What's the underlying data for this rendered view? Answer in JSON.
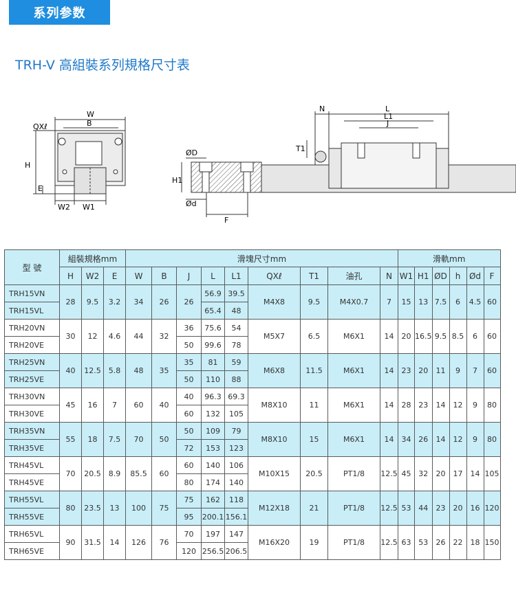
{
  "header": {
    "badge": "系列参数"
  },
  "title": "TRH-V 高組裝系列規格尺寸表",
  "diagram_labels": {
    "w": "W",
    "b": "B",
    "qx": "QXℓ",
    "h": "H",
    "e": "E",
    "w2": "W2",
    "w1": "W1",
    "od_top": "ØD",
    "h1": "H1",
    "od_bottom": "Ød",
    "f": "F",
    "n": "N",
    "l": "L",
    "l1": "L1",
    "j": "J",
    "t1": "T1"
  },
  "table": {
    "col_model": "型 號",
    "group_assembly": "組裝規格mm",
    "group_block": "滑塊尺寸mm",
    "group_rail": "滑軌mm",
    "sub_headers": [
      "H",
      "W2",
      "E",
      "W",
      "B",
      "J",
      "L",
      "L1",
      "QXℓ",
      "T1",
      "油孔",
      "N",
      "W1",
      "H1",
      "ØD",
      "h",
      "Ød",
      "F"
    ],
    "groups": [
      {
        "models": [
          "TRH15VN",
          "TRH15VL"
        ],
        "H": "28",
        "W2": "9.5",
        "E": "3.2",
        "W": "34",
        "B": "26",
        "J": [
          "26"
        ],
        "L": [
          "56.9",
          "65.4"
        ],
        "L1": [
          "39.5",
          "48"
        ],
        "QX": "M4X8",
        "T1": "9.5",
        "oil": "M4X0.7",
        "N": "7",
        "W1": "15",
        "H1": "13",
        "OD": "7.5",
        "h": "6",
        "od": "4.5",
        "F": "60"
      },
      {
        "models": [
          "TRH20VN",
          "TRH20VE"
        ],
        "H": "30",
        "W2": "12",
        "E": "4.6",
        "W": "44",
        "B": "32",
        "J": [
          "36",
          "50"
        ],
        "L": [
          "75.6",
          "99.6"
        ],
        "L1": [
          "54",
          "78"
        ],
        "QX": "M5X7",
        "T1": "6.5",
        "oil": "M6X1",
        "N": "14",
        "W1": "20",
        "H1": "16.5",
        "OD": "9.5",
        "h": "8.5",
        "od": "6",
        "F": "60"
      },
      {
        "models": [
          "TRH25VN",
          "TRH25VE"
        ],
        "H": "40",
        "W2": "12.5",
        "E": "5.8",
        "W": "48",
        "B": "35",
        "J": [
          "35",
          "50"
        ],
        "L": [
          "81",
          "110"
        ],
        "L1": [
          "59",
          "88"
        ],
        "QX": "M6X8",
        "T1": "11.5",
        "oil": "M6X1",
        "N": "14",
        "W1": "23",
        "H1": "20",
        "OD": "11",
        "h": "9",
        "od": "7",
        "F": "60"
      },
      {
        "models": [
          "TRH30VN",
          "TRH30VE"
        ],
        "H": "45",
        "W2": "16",
        "E": "7",
        "W": "60",
        "B": "40",
        "J": [
          "40",
          "60"
        ],
        "L": [
          "96.3",
          "132"
        ],
        "L1": [
          "69.3",
          "105"
        ],
        "QX": "M8X10",
        "T1": "11",
        "oil": "M6X1",
        "N": "14",
        "W1": "28",
        "H1": "23",
        "OD": "14",
        "h": "12",
        "od": "9",
        "F": "80"
      },
      {
        "models": [
          "TRH35VN",
          "TRH35VE"
        ],
        "H": "55",
        "W2": "18",
        "E": "7.5",
        "W": "70",
        "B": "50",
        "J": [
          "50",
          "72"
        ],
        "L": [
          "109",
          "153"
        ],
        "L1": [
          "79",
          "123"
        ],
        "QX": "M8X10",
        "T1": "15",
        "oil": "M6X1",
        "N": "14",
        "W1": "34",
        "H1": "26",
        "OD": "14",
        "h": "12",
        "od": "9",
        "F": "80"
      },
      {
        "models": [
          "TRH45VL",
          "TRH45VE"
        ],
        "H": "70",
        "W2": "20.5",
        "E": "8.9",
        "W": "85.5",
        "B": "60",
        "J": [
          "60",
          "80"
        ],
        "L": [
          "140",
          "174"
        ],
        "L1": [
          "106",
          "140"
        ],
        "QX": "M10X15",
        "T1": "20.5",
        "oil": "PT1/8",
        "N": "12.5",
        "W1": "45",
        "H1": "32",
        "OD": "20",
        "h": "17",
        "od": "14",
        "F": "105"
      },
      {
        "models": [
          "TRH55VL",
          "TRH55VE"
        ],
        "H": "80",
        "W2": "23.5",
        "E": "13",
        "W": "100",
        "B": "75",
        "J": [
          "75",
          "95"
        ],
        "L": [
          "162",
          "200.1"
        ],
        "L1": [
          "118",
          "156.1"
        ],
        "QX": "M12X18",
        "T1": "21",
        "oil": "PT1/8",
        "N": "12.5",
        "W1": "53",
        "H1": "44",
        "OD": "23",
        "h": "20",
        "od": "16",
        "F": "120"
      },
      {
        "models": [
          "TRH65VL",
          "TRH65VE"
        ],
        "H": "90",
        "W2": "31.5",
        "E": "14",
        "W": "126",
        "B": "76",
        "J": [
          "70",
          "120"
        ],
        "L": [
          "197",
          "256.5"
        ],
        "L1": [
          "147",
          "206.5"
        ],
        "QX": "M16X20",
        "T1": "19",
        "oil": "PT1/8",
        "N": "12.5",
        "W1": "63",
        "H1": "53",
        "OD": "26",
        "h": "22",
        "od": "18",
        "F": "150"
      }
    ]
  },
  "colors": {
    "accent": "#1f8ee0",
    "title": "#1f79c8",
    "header_fill": "#c9eef8"
  }
}
